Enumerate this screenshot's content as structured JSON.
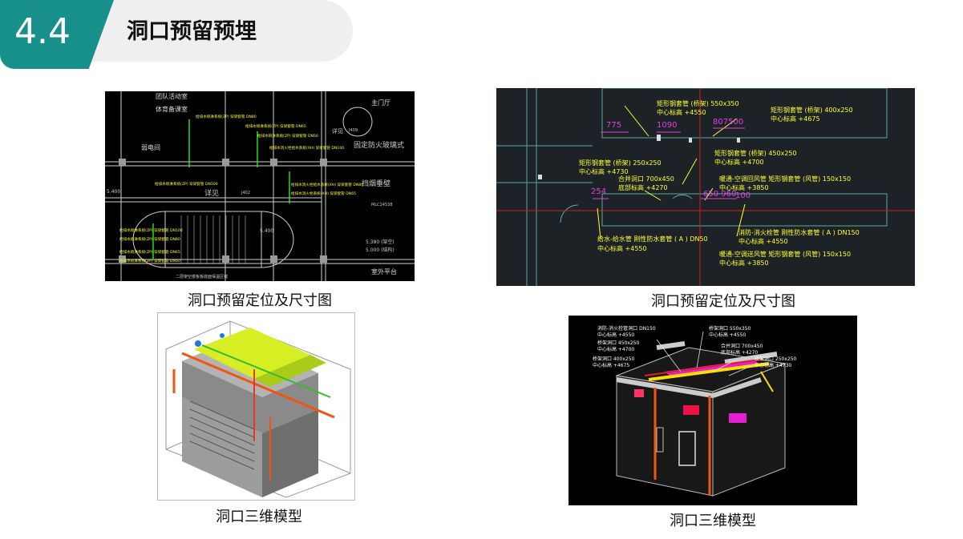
{
  "header": {
    "section_number": "4.4",
    "title": "洞口预留预埋"
  },
  "colors": {
    "teal": "#17908c",
    "cad_bg": "#000000",
    "cad_bg2": "#1d2226",
    "cad_yellow": "#ffff33",
    "cad_magenta": "#e040e0",
    "cad_green": "#22ee22"
  },
  "captions": {
    "top_left": "洞口预留定位及尺寸图",
    "top_right": "洞口预留定位及尺寸图",
    "bottom_left": "洞口三维模型",
    "bottom_right": "洞口三维模型"
  },
  "cad1": {
    "room_labels": [
      "团队活动室",
      "体育备课室",
      "主门厅",
      "弱电间",
      "室外平台"
    ],
    "notes": [
      "详见",
      "J409",
      "J402",
      "固定防火玻璃式",
      "挡烟垂壁",
      "MLC24538",
      "5.400",
      "5.400",
      "5.380 (架空)",
      "5.000 (结构)",
      "二层架空楼板板底面保温区域",
      "详见"
    ],
    "pipe_labels": [
      "给排水喷淋系统(ZP)  穿梁套管 DN80",
      "给排水喷淋系统(ZP)  穿梁套管 DN65",
      "给排水喷淋系统(ZP)  穿梁套管 DN50",
      "给排水消火栓给水系统(XH)  穿梁套管 DN100",
      "给排水喷淋系统(ZP)  穿梁套管 DN100",
      "给排水消火栓给水系统(XH)  穿梁套管 DN80",
      "给排水消火栓系统(XH)  穿梁套管 DN65",
      "给排水喷淋系统(ZP)  穿梁套管 DN100",
      "给排水喷淋系统(ZP)  穿梁套管 DN80",
      "给排水喷淋系统(ZP)  穿梁套管 DN65",
      "给排水喷淋系统(ZP)  穿梁套管 DN50"
    ]
  },
  "cad2": {
    "dims": [
      "775",
      "1090",
      "807500",
      "254",
      "650 960",
      "100"
    ],
    "labels": [
      "矩形钢套管 (桥架)  550x350",
      "中心标高 +4550",
      "矩形钢套管 (桥架)  400x250",
      "中心标高 +4675",
      "矩形钢套管 (桥架)  450x250",
      "中心标高 +4700",
      "矩形钢套管 (桥架)  250x250",
      "中心标高 +4730",
      "合并洞口  700x450",
      "底部标高 +4270",
      "暖通-空调回风管  矩形钢套管 (风管)  150x150",
      "中心标高 +3850",
      "给水-给水管  刚性防水套管 ( A )  DN50",
      "中心标高 +4550",
      "消防-消火栓管  刚性防水套管 ( A )  DN150",
      "中心标高 +4550",
      "暖通-空调送风管  矩形钢套管 (风管)  150x150",
      "中心标高 +3850"
    ]
  },
  "model2": {
    "labels": [
      "消防-消火栓管洞口 DN150",
      "中心标高 +4550",
      "桥架洞口 550x350",
      "中心标高 +4550",
      "桥架洞口 450x250",
      "中心标高 +4700",
      "合并洞口 700x450",
      "底部标高 +4270",
      "桥架洞口 400x250",
      "中心标高 +4675",
      "桥架洞口 250x250",
      "中心标高 +4730"
    ]
  }
}
